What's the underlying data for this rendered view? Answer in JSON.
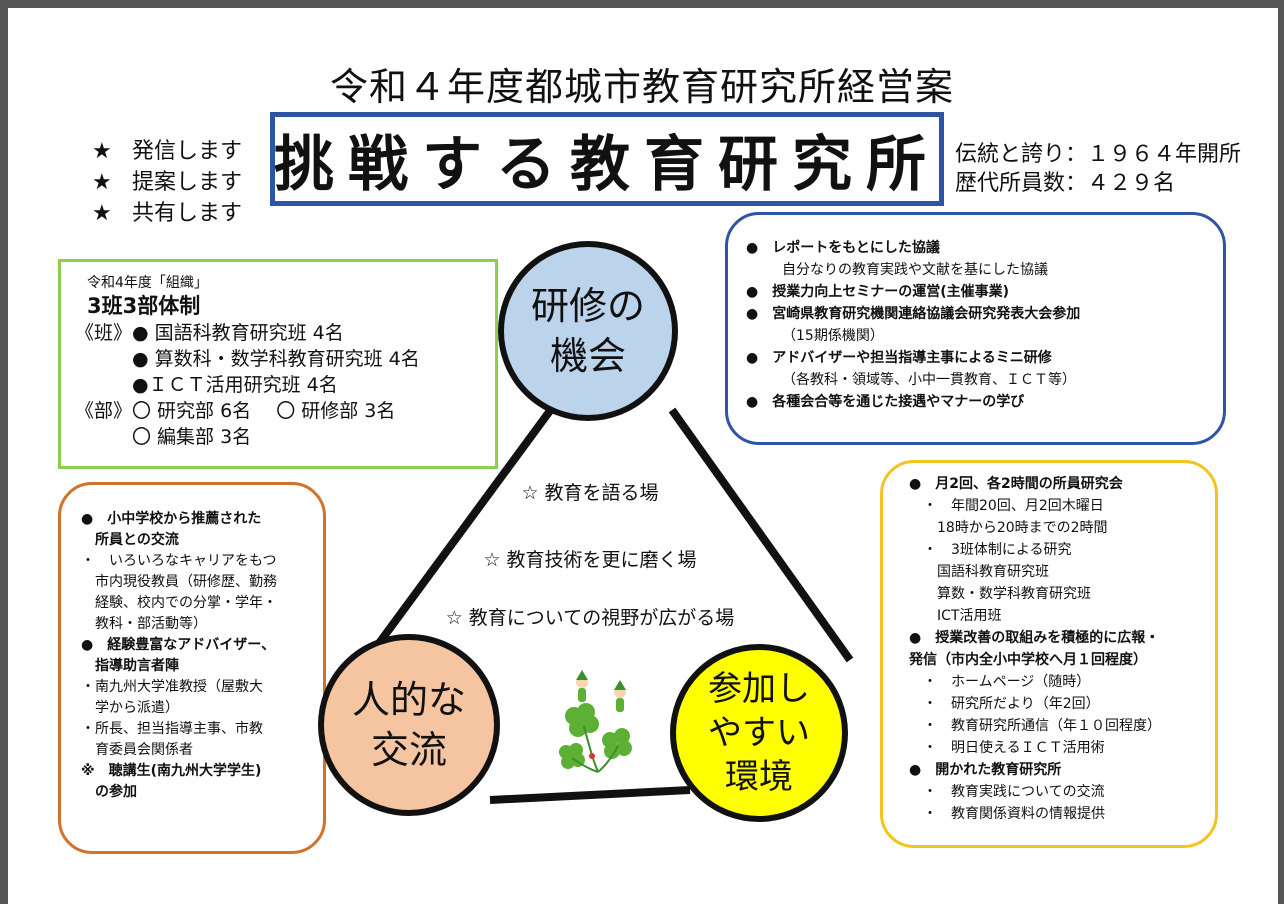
{
  "header": {
    "subtitle": "令和４年度都城市教育研究所経営案",
    "main_title": "挑戦する教育研究所"
  },
  "stars": [
    {
      "icon": "★",
      "text": "発信します"
    },
    {
      "icon": "★",
      "text": "提案します"
    },
    {
      "icon": "★",
      "text": "共有します"
    }
  ],
  "history": {
    "line1": "伝統と誇り：１９６４年開所",
    "line2": "歴代所員数：４２９名"
  },
  "organization": {
    "small_title": "令和4年度「組織」",
    "heading": "3班3部体制",
    "lines": [
      "《班》● 国語科教育研究班 4名",
      "　　　● 算数科・数学科教育研究班 4名",
      "　　　●ＩＣＴ活用研究班 4名",
      "《部》〇 研究部 6名　 〇 研修部 3名",
      "　　　〇 編集部 3名"
    ]
  },
  "training_box": {
    "items": [
      {
        "text": "●　レポートをもとにした協議",
        "bold": true,
        "indent": false
      },
      {
        "text": "自分なりの教育実践や文献を基にした協議",
        "bold": false,
        "indent": true
      },
      {
        "text": "●　授業力向上セミナーの運営(主催事業)",
        "bold": true,
        "indent": false
      },
      {
        "text": "●　宮崎県教育研究機関連絡協議会研究発表大会参加",
        "bold": true,
        "indent": false
      },
      {
        "text": "（15期係機関）",
        "bold": false,
        "indent": true
      },
      {
        "text": "●　アドバイザーや担当指導主事によるミニ研修",
        "bold": true,
        "indent": false
      },
      {
        "text": "（各教科・領域等、小中一貫教育、ＩＣＴ等）",
        "bold": false,
        "indent": true
      },
      {
        "text": "●　各種会合等を通じた接遇やマナーの学び",
        "bold": true,
        "indent": false
      }
    ]
  },
  "left_box": {
    "items": [
      {
        "text": "●　小中学校から推薦された",
        "bold": true
      },
      {
        "text": "　所員との交流",
        "bold": true
      },
      {
        "text": "・　いろいろなキャリアをもつ",
        "bold": false
      },
      {
        "text": "　市内現役教員（研修歴、勤務",
        "bold": false
      },
      {
        "text": "　経験、校内での分掌・学年・",
        "bold": false
      },
      {
        "text": "　教科・部活動等）",
        "bold": false
      },
      {
        "text": "●　経験豊富なアドバイザー、",
        "bold": true
      },
      {
        "text": "　指導助言者陣",
        "bold": true
      },
      {
        "text": "・南九州大学准教授（屋敷大",
        "bold": false
      },
      {
        "text": "　学から派遣）",
        "bold": false
      },
      {
        "text": "・所長、担当指導主事、市教",
        "bold": false
      },
      {
        "text": "　育委員会関係者",
        "bold": false
      },
      {
        "text": "※　聴講生(南九州大学学生)",
        "bold": true
      },
      {
        "text": "　の参加",
        "bold": true
      }
    ]
  },
  "right_box": {
    "items": [
      {
        "text": "●　月2回、各2時間の所員研究会",
        "bold": true
      },
      {
        "text": "　・　年間20回、月2回木曜日",
        "bold": false
      },
      {
        "text": "　　18時から20時までの2時間",
        "bold": false
      },
      {
        "text": "　・　3班体制による研究",
        "bold": false
      },
      {
        "text": "　　国語科教育研究班",
        "bold": false
      },
      {
        "text": "　　算数・数学科教育研究班",
        "bold": false
      },
      {
        "text": "　　ICT活用班",
        "bold": false
      },
      {
        "text": "●　授業改善の取組みを積極的に広報・",
        "bold": true
      },
      {
        "text": "発信（市内全小中学校へ月１回程度）",
        "bold": true
      },
      {
        "text": "　・　ホームページ（随時）",
        "bold": false
      },
      {
        "text": "　・　研究所だより（年2回）",
        "bold": false
      },
      {
        "text": "　・　教育研究所通信（年１０回程度）",
        "bold": false
      },
      {
        "text": "　・　明日使えるＩＣＴ活用術",
        "bold": false
      },
      {
        "text": "●　開かれた教育研究所",
        "bold": true
      },
      {
        "text": "　・　教育実践についての交流",
        "bold": false
      },
      {
        "text": "　・　教育関係資料の情報提供",
        "bold": false
      }
    ]
  },
  "circles": {
    "training": [
      "研修の",
      "機会"
    ],
    "exchange": [
      "人的な",
      "交流"
    ],
    "environment": [
      "参加し",
      "やすい",
      "環境"
    ]
  },
  "center": {
    "line1": "☆ 教育を語る場",
    "line2": "☆ 教育技術を更に磨く場",
    "line3": "☆ 教育についての視野が広がる場"
  },
  "colors": {
    "title_border": "#2e55a4",
    "org_border": "#8cd04a",
    "left_border": "#d0722a",
    "right_border": "#f4c321",
    "circle_training": "#bcd3ec",
    "circle_exchange": "#f5c4a0",
    "circle_env": "#ffff00"
  },
  "icons": {
    "decoration": "clover-fairies-icon"
  }
}
